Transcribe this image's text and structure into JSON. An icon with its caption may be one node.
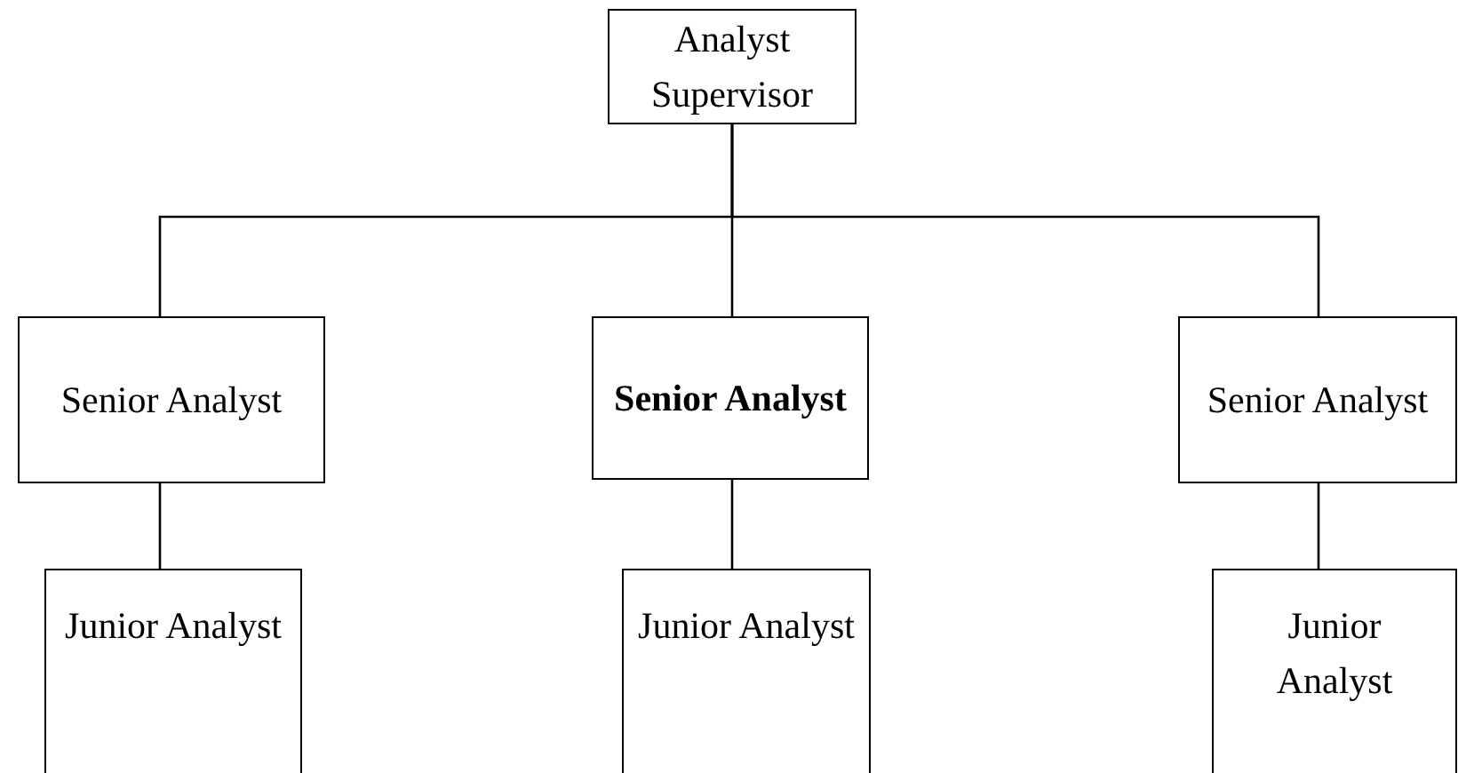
{
  "diagram": {
    "nodes": [
      {
        "text": [
          "Analyst Supervisor"
        ]
      },
      {
        "text": [
          "Senior Analyst"
        ]
      },
      {
        "text": [
          "Senior Analyst"
        ]
      },
      {
        "text": [
          "Senior Analyst"
        ]
      },
      {
        "text": [
          "Junior Analyst"
        ]
      },
      {
        "text": [
          "Junior Analyst"
        ]
      },
      {
        "text": [
          "Junior Analyst"
        ]
      }
    ],
    "edges": [
      {
        "from": 0,
        "to": 1,
        "arrow": "none"
      },
      {
        "from": 0,
        "to": 2,
        "arrow": "none"
      },
      {
        "from": 0,
        "to": 3,
        "arrow": "none"
      },
      {
        "from": 1,
        "to": 4,
        "arrow": "none"
      },
      {
        "from": 2,
        "to": 5,
        "arrow": "none"
      },
      {
        "from": 3,
        "to": 6,
        "arrow": "none"
      }
    ]
  }
}
